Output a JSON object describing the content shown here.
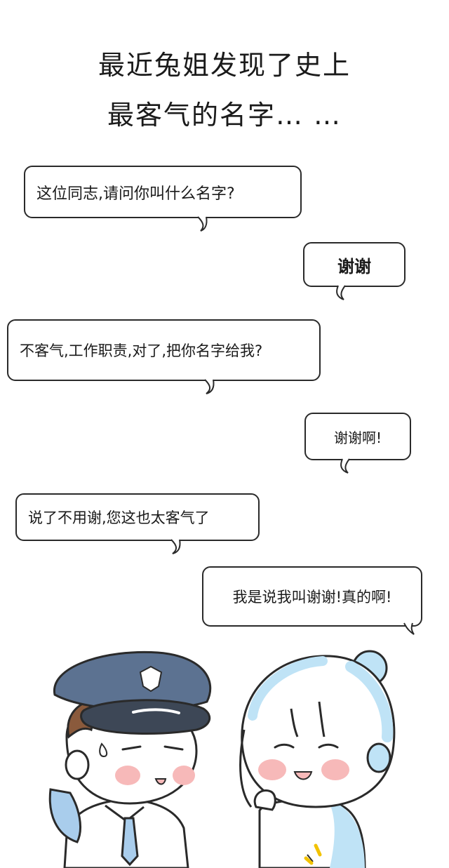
{
  "title": {
    "line1": "最近兔姐发现了史上",
    "line2": "最客气的名字… …"
  },
  "dialogue": [
    {
      "speaker": "officer",
      "text": "这位同志,请问你叫什么名字?"
    },
    {
      "speaker": "girl",
      "text": "谢谢"
    },
    {
      "speaker": "officer",
      "text": "不客气,工作职责,对了,把你名字给我?"
    },
    {
      "speaker": "girl",
      "text": "谢谢啊!"
    },
    {
      "speaker": "officer",
      "text": "说了不用谢,您这也太客气了"
    },
    {
      "speaker": "girl",
      "text": "我是说我叫谢谢!真的啊!"
    }
  ],
  "colors": {
    "ink": "#2a2a2a",
    "cap": "#5c7291",
    "cap_brim": "#3d4756",
    "hair_officer": "#8a5a3c",
    "girl_blue": "#bfe3f6",
    "blush": "#f7b9b9",
    "tie": "#a9cdec"
  }
}
